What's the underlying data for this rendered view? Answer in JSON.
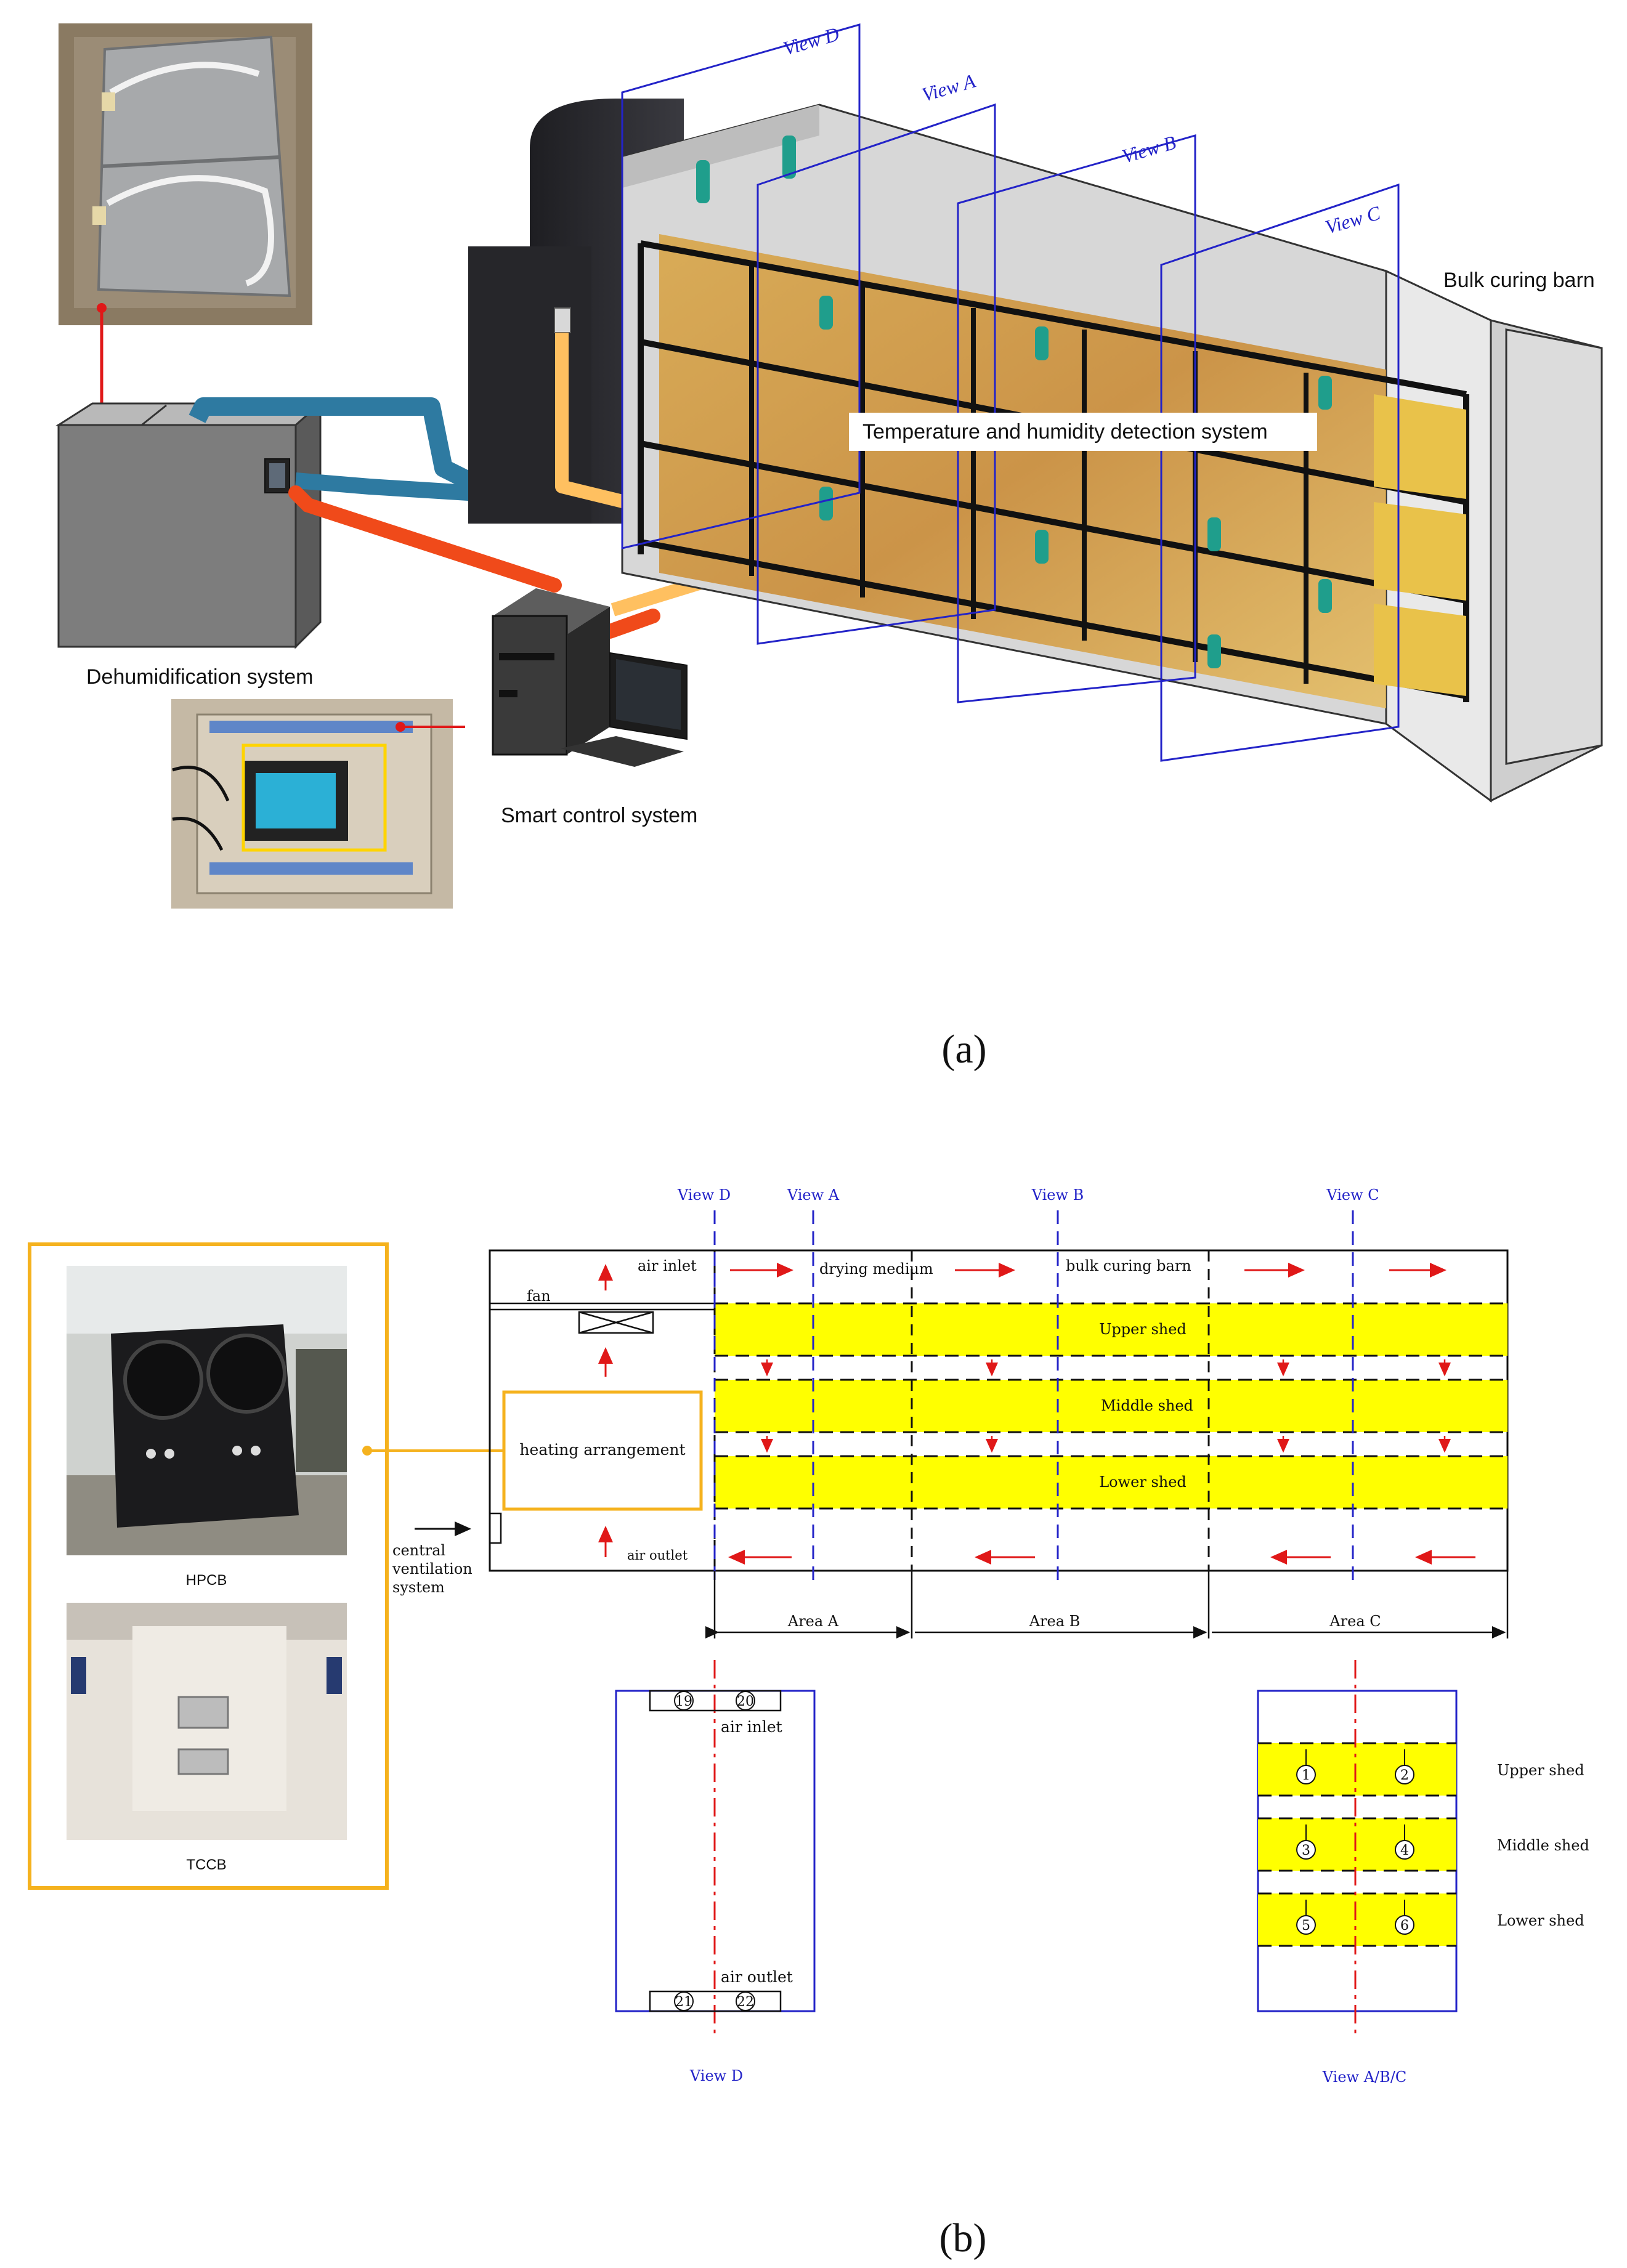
{
  "panel_a": {
    "caption": "(a)",
    "labels": {
      "bulk_curing_barn": "Bulk curing barn",
      "temp_humidity": "Temperature and humidity detection system",
      "dehumidification": "Dehumidification system",
      "smart_control": "Smart control system"
    },
    "views": {
      "d": "View D",
      "a": "View A",
      "b": "View B",
      "c": "View C"
    }
  },
  "panel_b": {
    "caption": "(b)",
    "view_labels": {
      "d": "View D",
      "a": "View A",
      "b": "View B",
      "c": "View C"
    },
    "labels": {
      "air_inlet": "air inlet",
      "drying_medium": "drying medium",
      "bulk_curing_barn": "bulk curing barn",
      "fan": "fan",
      "heating": "heating arrangement",
      "air_outlet": "air outlet",
      "central_1": "central",
      "central_2": "ventilation",
      "central_3": "system",
      "upper": "Upper shed",
      "middle": "Middle shed",
      "lower": "Lower shed"
    },
    "areas": [
      "Area A",
      "Area B",
      "Area C"
    ],
    "photos": {
      "hpcb": "HPCB",
      "tccb": "TCCB"
    },
    "view_d_section": {
      "inlet": "air inlet",
      "outlet": "air outlet",
      "sensors_top": [
        "19",
        "20"
      ],
      "sensors_bottom": [
        "21",
        "22"
      ],
      "caption": "View D"
    },
    "view_abc_section": {
      "sensors": [
        "1",
        "2",
        "3",
        "4",
        "5",
        "6"
      ],
      "shelves": [
        "Upper shed",
        "Middle shed",
        "Lower shed"
      ],
      "caption": "View A/B/C"
    }
  },
  "colors": {
    "blue_line": "#2323c8",
    "red_line": "#e01818",
    "yellow_fill": "#ffff00",
    "orange_frame": "#f5b21e"
  }
}
